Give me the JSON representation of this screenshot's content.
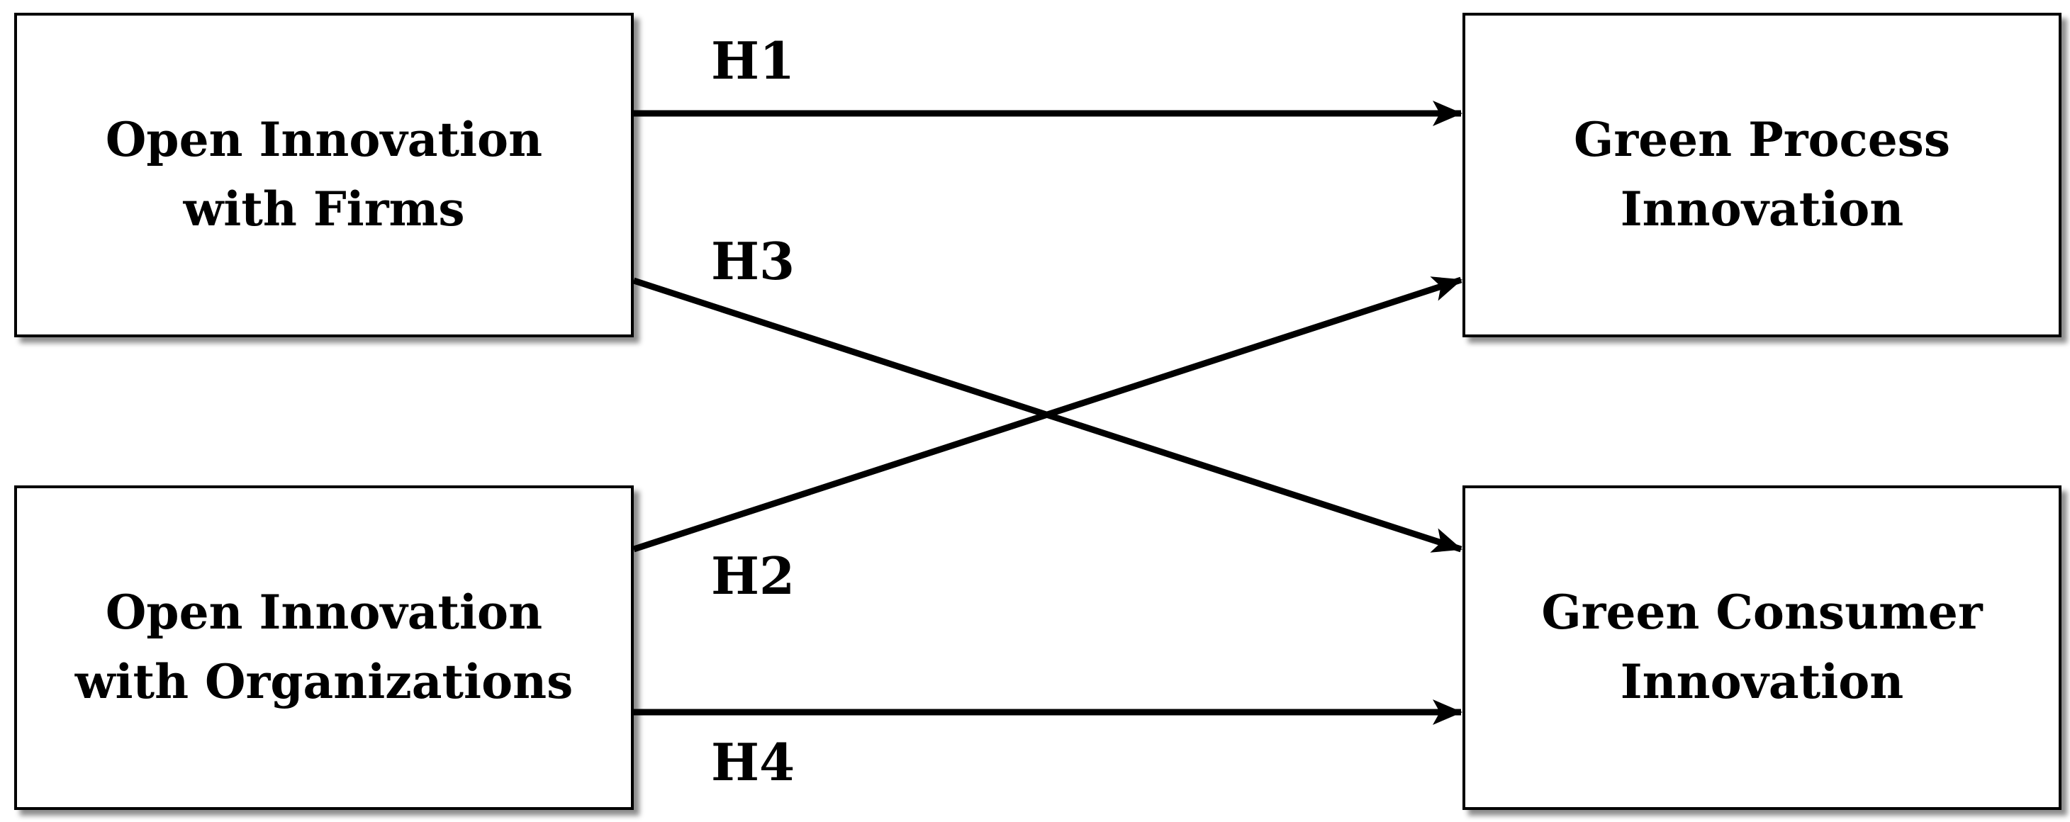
{
  "constructs": {
    "firms": [
      "Open Innovation",
      "with Firms"
    ],
    "organizations": [
      "Open Innovation",
      "with Organizations"
    ],
    "green_process": [
      "Green Process",
      "Innovation"
    ],
    "green_consumer": [
      "Green Consumer",
      "Innovation"
    ]
  },
  "hypotheses": {
    "h1": "H1",
    "h2": "H2",
    "h3": "H3",
    "h4": "H4"
  },
  "paths": [
    {
      "hypothesis": "H1",
      "from": "Open Innovation with Firms",
      "to": "Green Process Innovation"
    },
    {
      "hypothesis": "H2",
      "from": "Open Innovation with Organizations",
      "to": "Green Process Innovation"
    },
    {
      "hypothesis": "H3",
      "from": "Open Innovation with Firms",
      "to": "Green Consumer Innovation"
    },
    {
      "hypothesis": "H4",
      "from": "Open Innovation with Organizations",
      "to": "Green Consumer Innovation"
    }
  ],
  "colors": {
    "line": "#000000",
    "box_fill": "#ffffff"
  }
}
